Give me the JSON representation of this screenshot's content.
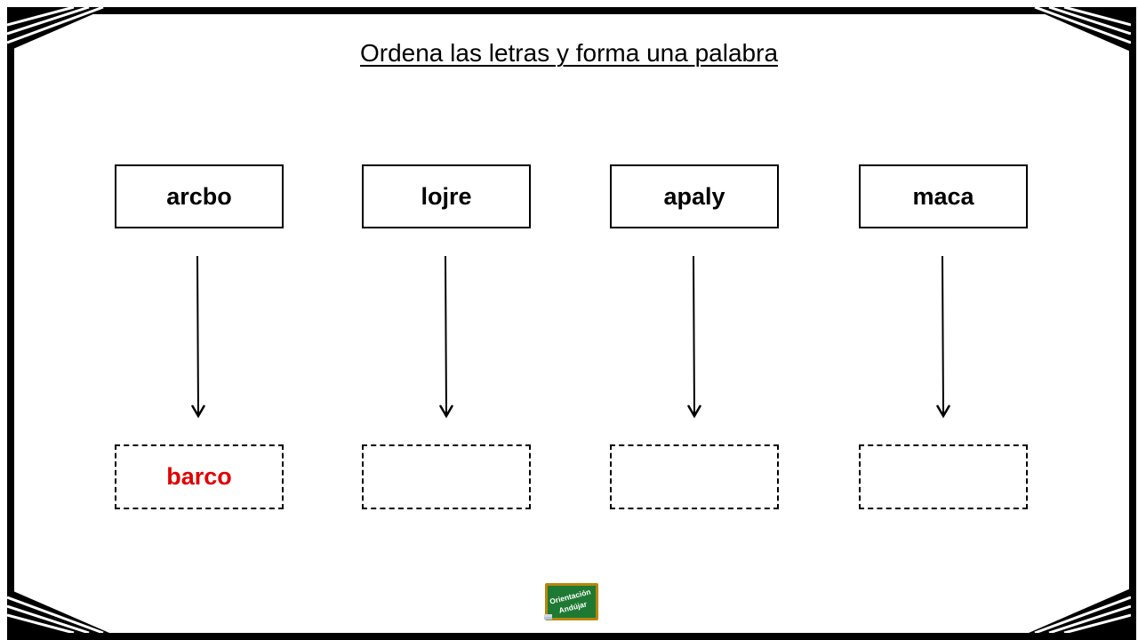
{
  "title": "Ordena  las letras y forma una palabra",
  "exercise": {
    "scrambled_words": [
      "arcbo",
      "lojre",
      "apaly",
      "maca"
    ],
    "answers": [
      "barco",
      "",
      "",
      ""
    ],
    "answer_color": "#e00000"
  },
  "logo": {
    "line1": "Orientación",
    "line2": "Andújar",
    "board_color": "#1e7a32",
    "frame_color": "#b8860b"
  }
}
